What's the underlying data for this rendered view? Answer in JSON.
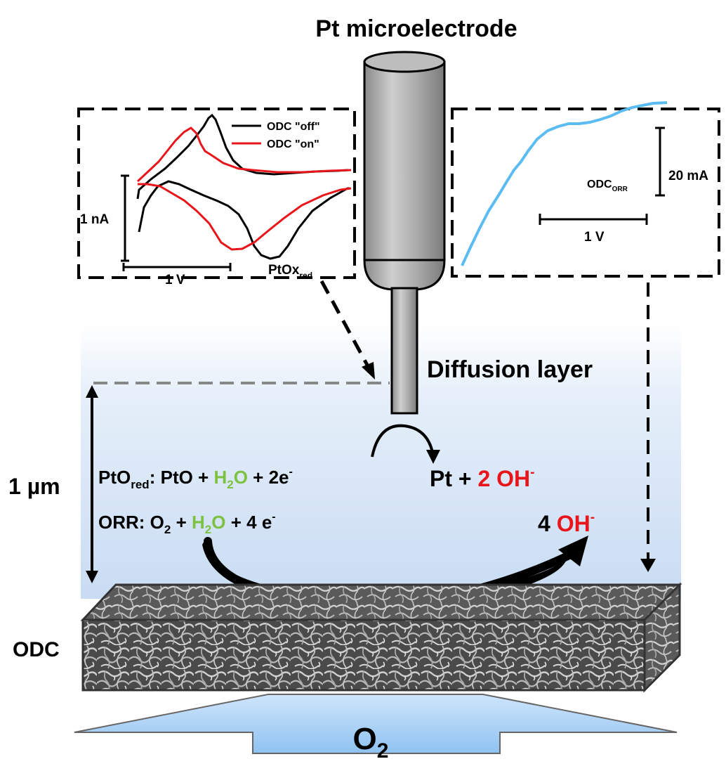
{
  "title": "Pt microelectrode",
  "left_inset": {
    "legend": [
      {
        "label": "ODC \"off\"",
        "color": "#000000"
      },
      {
        "label": "ODC \"on\"",
        "color": "#e8161b"
      }
    ],
    "scale_current": "1 nA",
    "scale_voltage": "1 V",
    "peak_label_main": "PtOx",
    "peak_label_sub": "red"
  },
  "right_inset": {
    "curve_label_main": "ODC",
    "curve_label_sub": "ORR",
    "curve_color": "#5bbcf2",
    "scale_current": "20 mA",
    "scale_voltage": "1 V"
  },
  "diffusion_layer_label": "Diffusion layer",
  "distance_label": "1 µm",
  "reaction_pt": {
    "prefix_main": "PtO",
    "prefix_sub": "red",
    "prefix_colon": ":",
    "lhs_1": " PtO + ",
    "water_main": "H",
    "water_sub": "2",
    "water_o": "O",
    "lhs_2": " + 2e",
    "lhs_sup": "-",
    "rhs_1": "Pt + ",
    "rhs_red": "2 OH",
    "rhs_sup": "-"
  },
  "reaction_orr": {
    "prefix": "ORR: ",
    "o2_main": "O",
    "o2_sub": "2",
    "plus_1": " + ",
    "water_main": "H",
    "water_sub": "2",
    "water_o": "O",
    "rest": " + 4 e",
    "rest_sup": "-",
    "rhs_1": "4 ",
    "rhs_red": "OH",
    "rhs_sup": "-"
  },
  "odc_label": "ODC",
  "o2_main": "O",
  "o2_sub": "2",
  "colors": {
    "water_green": "#7dc242",
    "hydroxide_red": "#e8161b",
    "diffusion_blue": "#d6e6f8",
    "arrow_blue": "#a9d0f5"
  }
}
